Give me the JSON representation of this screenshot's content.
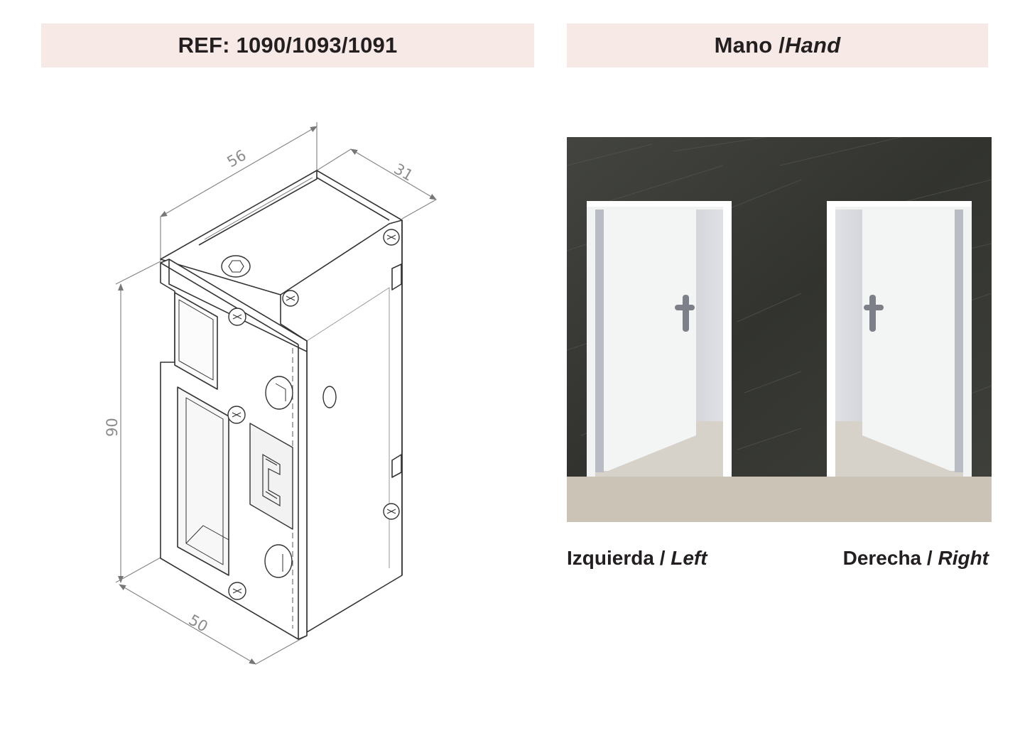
{
  "header_left": {
    "label": "REF: 1090/1093/1091"
  },
  "header_right": {
    "label_es": "Mano / ",
    "label_en": "Hand"
  },
  "dimensions": {
    "width_top": "56",
    "depth_top": "31",
    "height": "90",
    "width_bottom": "50"
  },
  "captions": {
    "left_es": "Izquierda / ",
    "left_en": "Left",
    "right_es": "Derecha / ",
    "right_en": "Right"
  },
  "colors": {
    "header_bg": "#f7e9e6",
    "wall": "#3a3b37",
    "floor": "#cbc3b6",
    "door": "#f1f2f2"
  }
}
